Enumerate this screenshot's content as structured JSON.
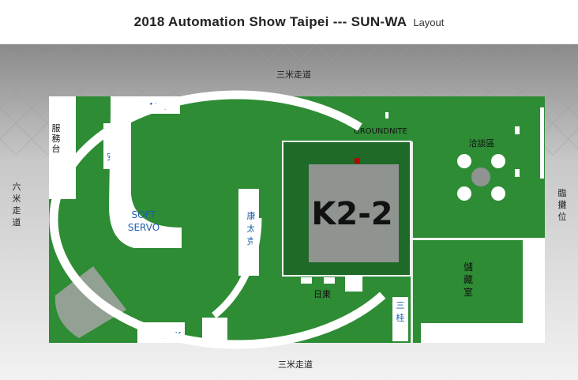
{
  "title": {
    "main": "2018  Automation Show  Taipei  ---  SUN-WA",
    "sub": "Layout"
  },
  "aisles": {
    "top": "三米走道",
    "bottom": "三米走道",
    "left": "六米走道",
    "right": "臨攤位"
  },
  "booth_labels": {
    "service_desk": "服務台",
    "msi": "MSI",
    "yaskawa": "安川",
    "soft_servo": "SOFT SERVO",
    "tdk": "TDK",
    "kontec": "康太克",
    "groundnite": "GROUNDNITE",
    "k22": "K2-2",
    "nitto": "日東",
    "sankei": "三桂",
    "meeting_area": "洽談區",
    "storage": "儲藏室"
  },
  "colors": {
    "floor_green": "#2e8c35",
    "dark_green": "#1f6a28",
    "wall_white": "#ffffff",
    "label_blue": "#1e5fa8",
    "k22_box": "#8f9490"
  },
  "icons": {
    "marker": "red-marker-icon",
    "table": "round-table-icon",
    "chair": "chair-icon"
  }
}
